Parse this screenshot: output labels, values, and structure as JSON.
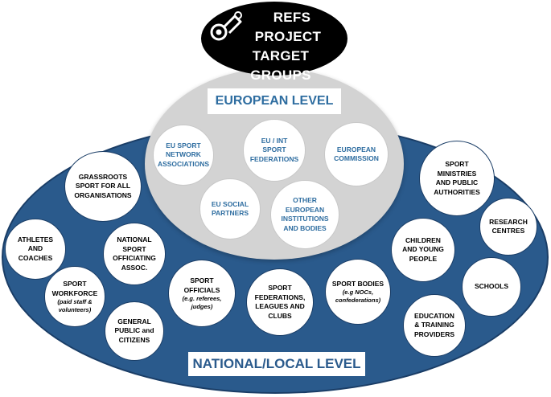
{
  "title": {
    "line1": "REFS",
    "line2": "PROJECT",
    "line3": "TARGET GROUPS"
  },
  "european_level": {
    "label": "EUROPEAN LEVEL",
    "groups": [
      {
        "label": "EU SPORT\nNETWORK\nASSOCIATIONS"
      },
      {
        "label": "EU / INT\nSPORT\nFEDERATIONS"
      },
      {
        "label": "EUROPEAN\nCOMMISSION"
      },
      {
        "label": "EU SOCIAL\nPARTNERS"
      },
      {
        "label": "OTHER\nEUROPEAN\nINSTITUTIONS\nAND BODIES"
      }
    ]
  },
  "national_level": {
    "label": "NATIONAL/LOCAL LEVEL",
    "groups": [
      {
        "label": "GRASSROOTS\nSPORT FOR ALL\nORGANISATIONS"
      },
      {
        "label": "ATHLETES\nAND\nCOACHES"
      },
      {
        "label": "NATIONAL\nSPORT\nOFFICIATING\nASSOC."
      },
      {
        "label": "SPORT\nWORKFORCE",
        "sub": "(paid staff &\nvolunteers)"
      },
      {
        "label": "GENERAL\nPUBLIC and\nCITIZENS"
      },
      {
        "label": "SPORT\nOFFICIALS",
        "sub": "(e.g. referees,\njudges)"
      },
      {
        "label": "SPORT\nFEDERATIONS,\nLEAGUES AND\nCLUBS"
      },
      {
        "label": "SPORT BODIES",
        "sub": "(e.g NOCs,\nconfederations)"
      },
      {
        "label": "CHILDREN\nAND YOUNG\nPEOPLE"
      },
      {
        "label": "SPORT\nMINISTRIES\nAND PUBLIC\nAUTHORITIES"
      },
      {
        "label": "RESEARCH\nCENTRES"
      },
      {
        "label": "SCHOOLS"
      },
      {
        "label": "EDUCATION\n& TRAINING\nPROVIDERS"
      }
    ]
  },
  "colors": {
    "national_fill": "#2a5a8c",
    "european_fill": "#d3d3d3",
    "eu_text": "#2e6da0",
    "title_fill": "#000000"
  }
}
